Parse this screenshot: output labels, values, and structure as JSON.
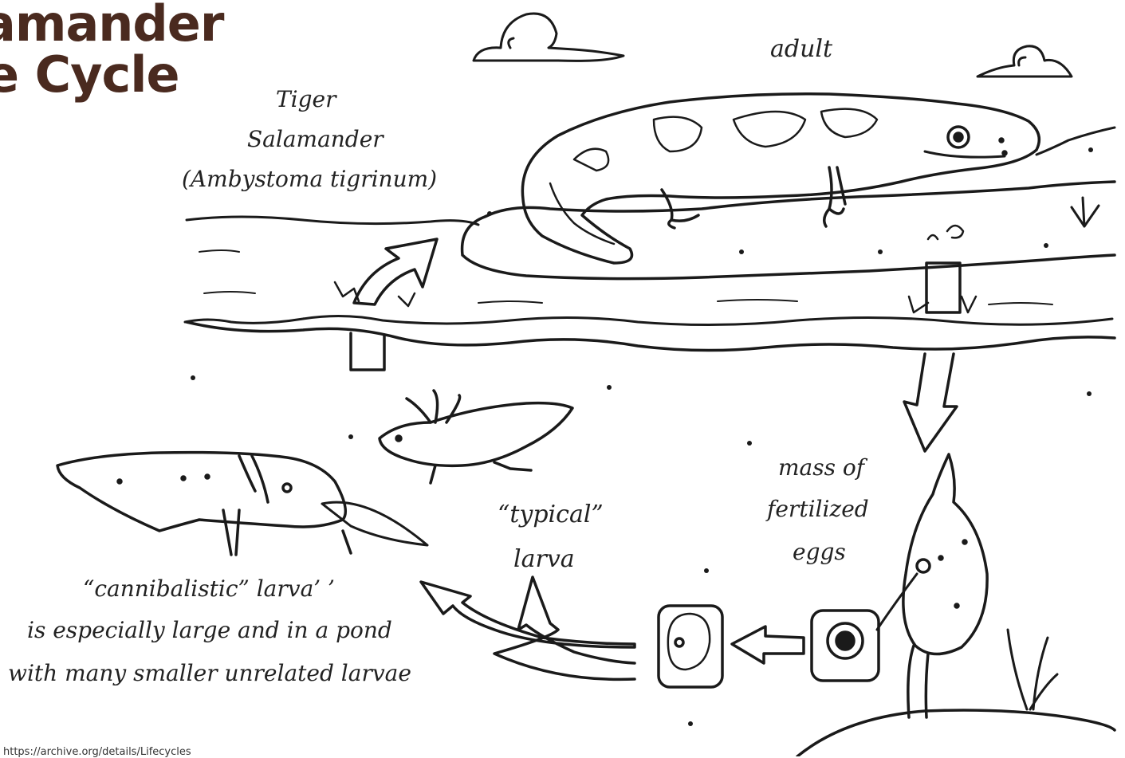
{
  "title": {
    "line1": "amander",
    "line2": "e Cycle",
    "color": "#4a2a1f"
  },
  "species": {
    "line1": "Tiger",
    "line2": "Salamander",
    "line3": "(Ambystoma tigrinum)"
  },
  "stages": {
    "adult": "adult",
    "eggs": {
      "line1": "mass of",
      "line2": "fertilized",
      "line3": "eggs"
    },
    "typical": {
      "line1": "“typical”",
      "line2": "larva"
    },
    "cannibal": {
      "line1": "“cannibalistic” larva’  ’",
      "line2": "is especially large and in a pond",
      "line3": "with many smaller unrelated larvae"
    }
  },
  "source": "https://archive.org/details/Lifecycles",
  "colors": {
    "ink": "#1a1a1a",
    "paper": "#ffffff"
  }
}
